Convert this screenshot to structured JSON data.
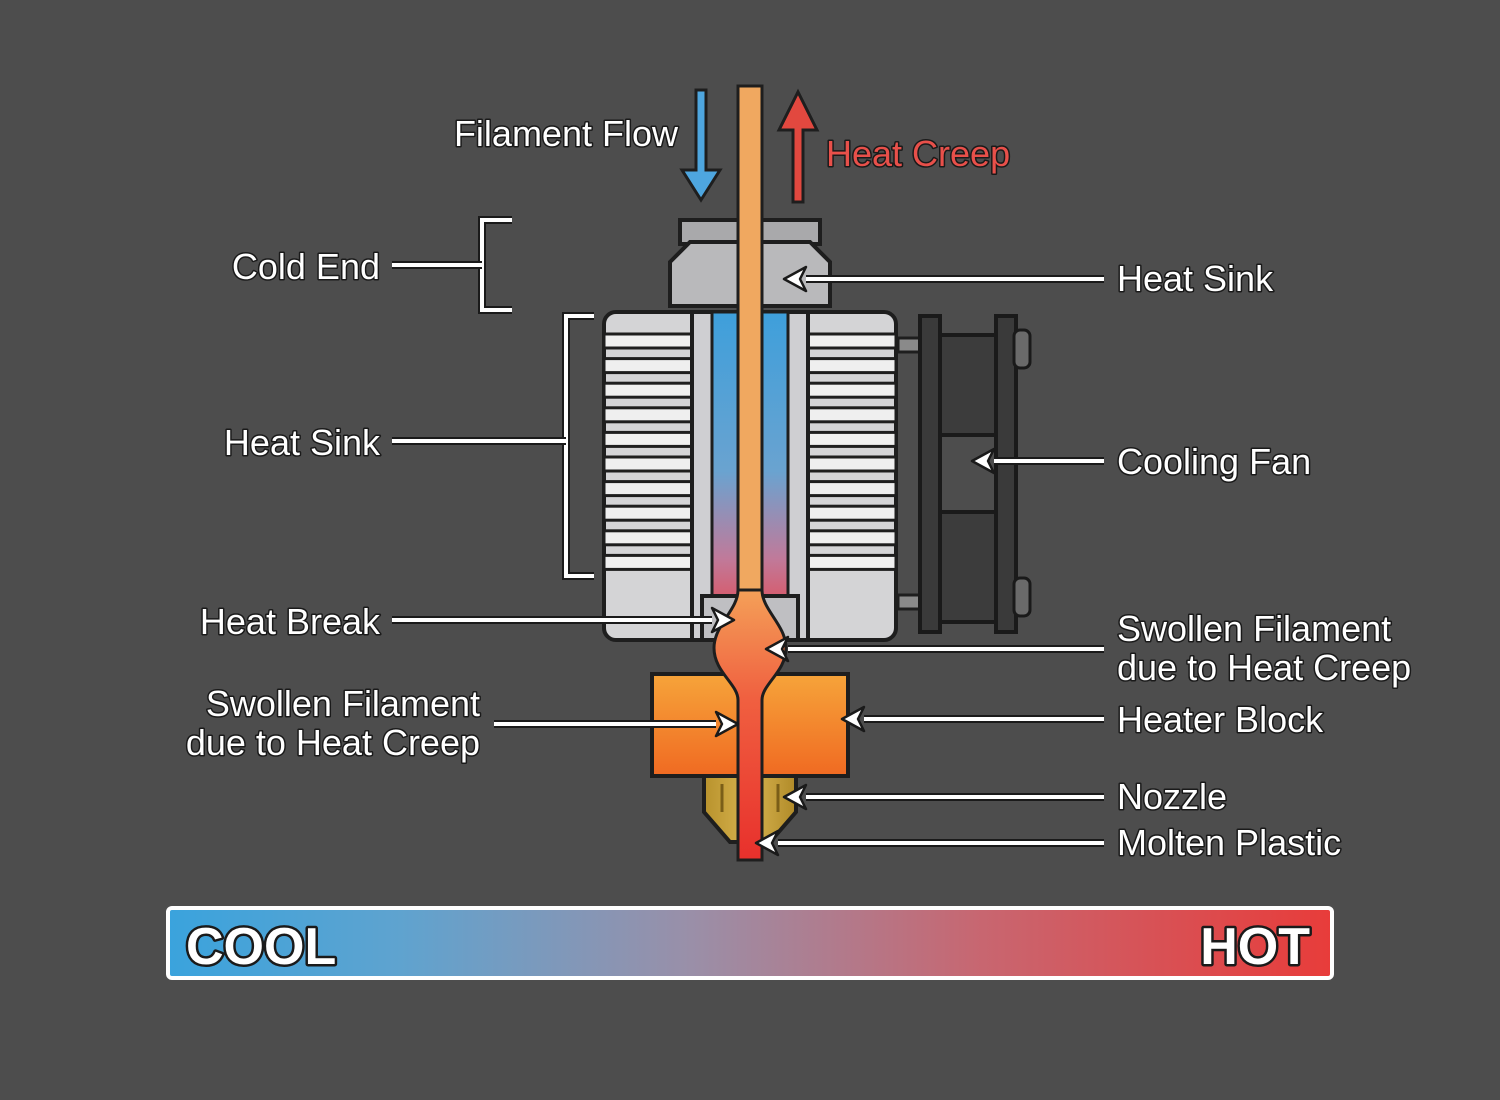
{
  "labels": {
    "filament_flow": "Filament Flow",
    "heat_creep": "Heat Creep",
    "cold_end": "Cold End",
    "heat_sink_left": "Heat Sink",
    "heat_sink_right": "Heat Sink",
    "cooling_fan": "Cooling Fan",
    "heat_break": "Heat Break",
    "swollen_right_line1": "Swollen Filament",
    "swollen_right_line2": "due to Heat Creep",
    "swollen_left_line1": "Swollen Filament",
    "swollen_left_line2": "due to Heat Creep",
    "heater_block": "Heater Block",
    "nozzle": "Nozzle",
    "molten_plastic": "Molten Plastic"
  },
  "scale": {
    "cool": "COOL",
    "hot": "HOT"
  },
  "colors": {
    "background": "#4d4d4d",
    "cool": "#3fa2dc",
    "hot": "#e8403c",
    "filament": "#f0a860",
    "heat_sink": "#d4d4d6",
    "heater_block": "#f08a30",
    "nozzle": "#c9a43a"
  }
}
